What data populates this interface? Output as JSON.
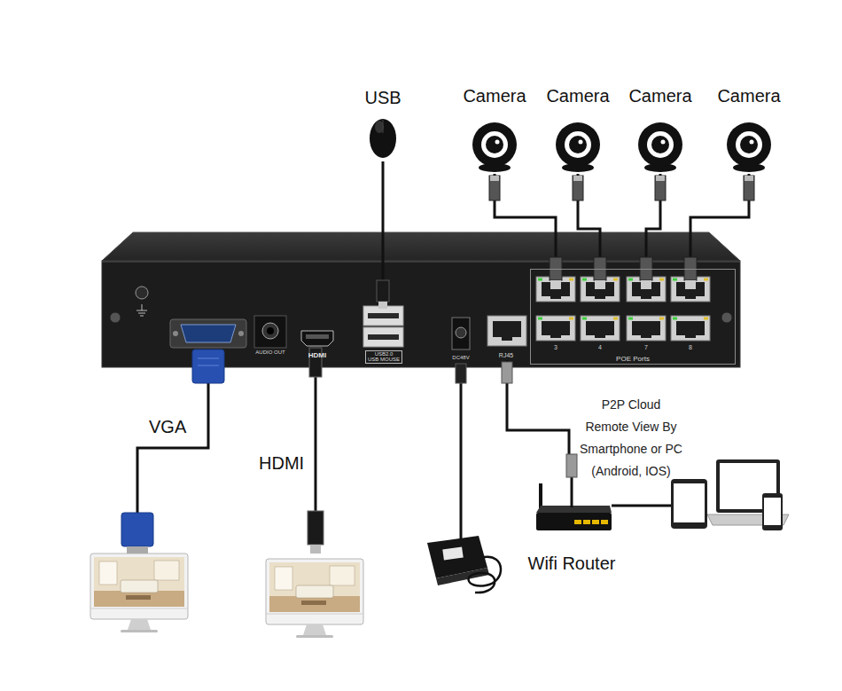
{
  "diagram": {
    "nodes": [
      {
        "text": [
          "USB"
        ]
      },
      {
        "text": [
          "Camera"
        ]
      },
      {
        "text": [
          "Camera"
        ]
      },
      {
        "text": [
          "Camera"
        ]
      },
      {
        "text": [
          "Camera"
        ]
      },
      {
        "text": [
          "AUDIO OUT"
        ]
      },
      {
        "text": [
          "HDMI"
        ]
      },
      {
        "text": [
          "USB2.0 USB MOUSE"
        ]
      },
      {
        "text": [
          "DC48V"
        ]
      },
      {
        "text": [
          "RJ45"
        ]
      },
      {
        "text": [
          "POE Ports"
        ]
      },
      {
        "text": [
          "Wifi Router"
        ]
      }
    ],
    "edges": [
      {
        "from": 0,
        "to": 7,
        "arrow": "none"
      },
      {
        "from": 1,
        "to": 10,
        "arrow": "none"
      },
      {
        "from": 2,
        "to": 10,
        "arrow": "none"
      },
      {
        "from": 3,
        "to": 10,
        "arrow": "none"
      },
      {
        "from": 4,
        "to": 10,
        "arrow": "none"
      },
      {
        "from": 9,
        "to": 11,
        "arrow": "none"
      }
    ],
    "labels": [
      "VGA",
      "HDMI",
      "3",
      "4",
      "7",
      "8",
      "P2P Cloud Remote View By Smartphone or PC (Android, IOS)"
    ]
  }
}
